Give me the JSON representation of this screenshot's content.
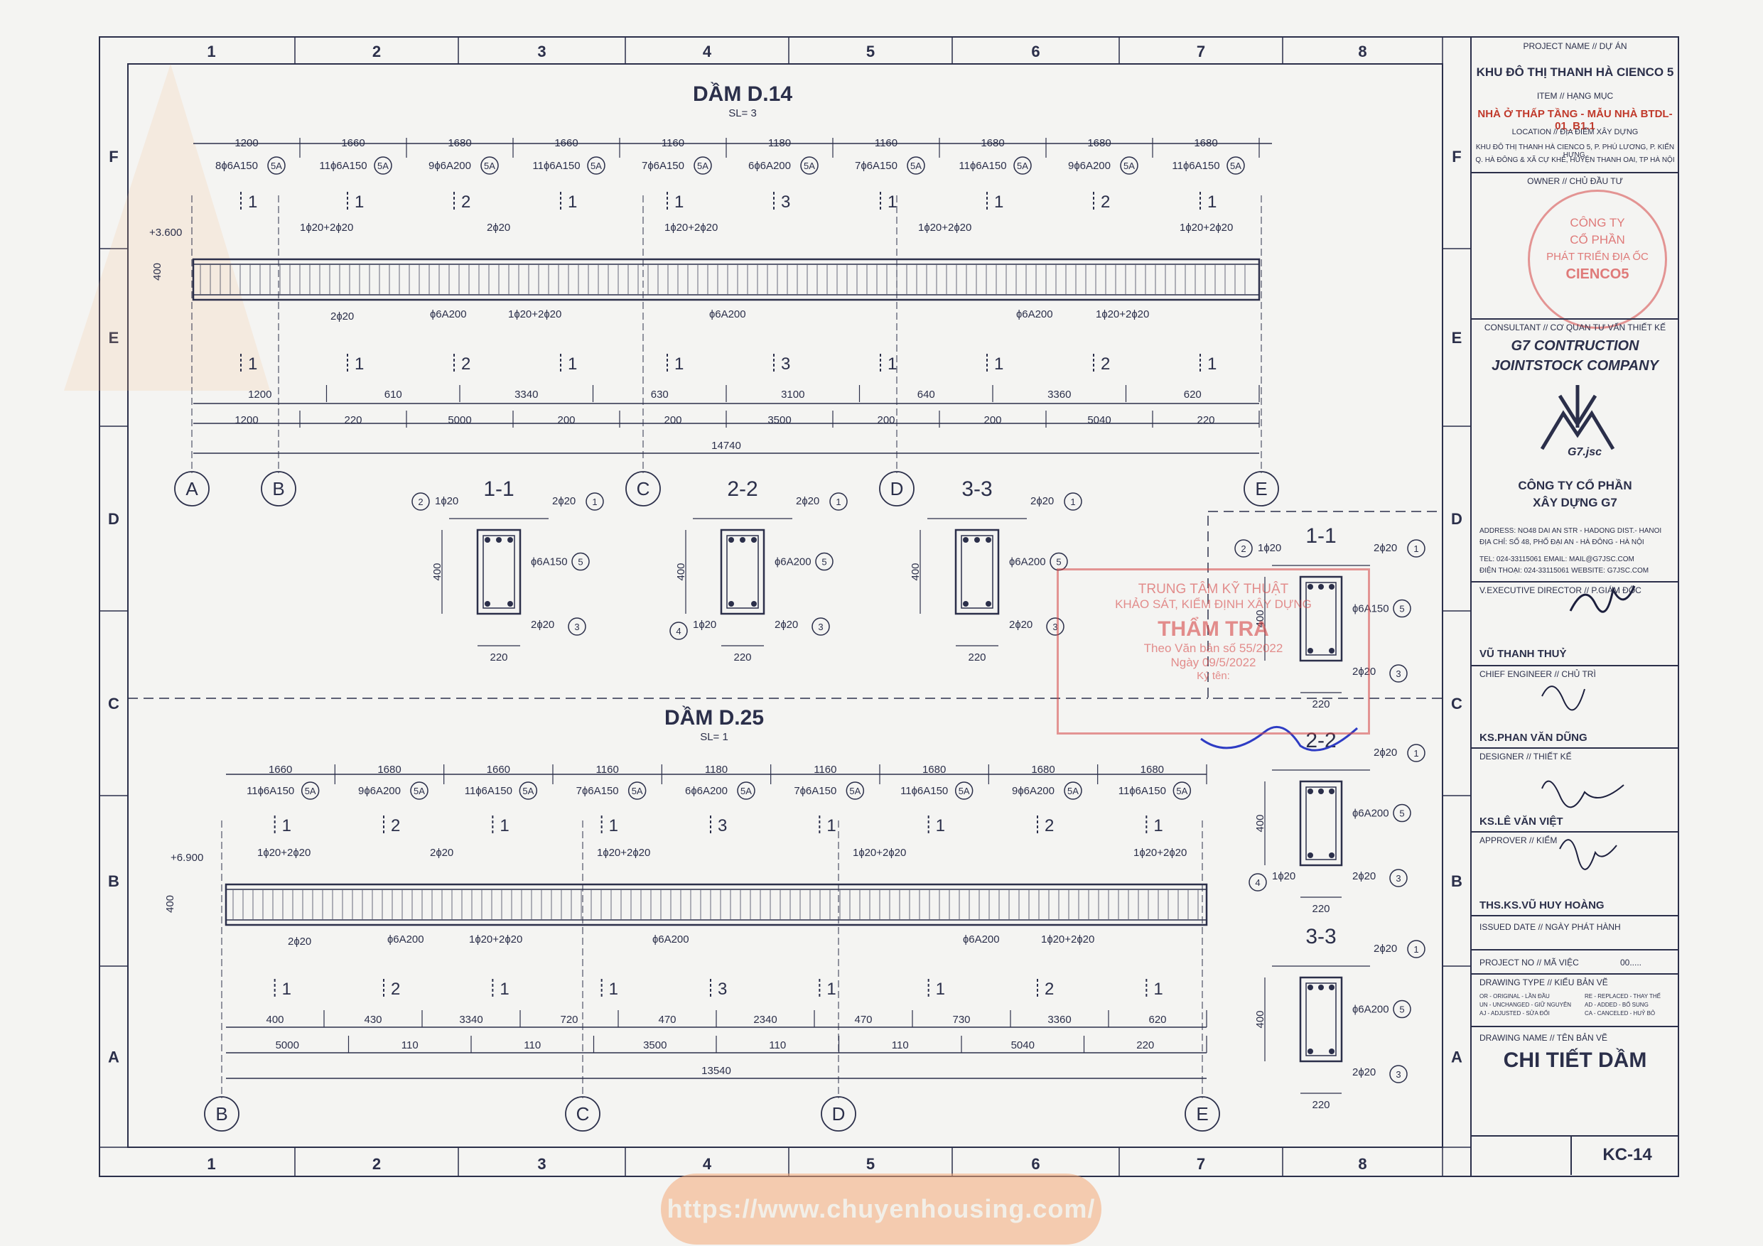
{
  "grid": {
    "cols": [
      "1",
      "2",
      "3",
      "4",
      "5",
      "6",
      "7",
      "8"
    ],
    "rows": [
      "F",
      "E",
      "D",
      "C",
      "B",
      "A"
    ]
  },
  "beam1": {
    "title": "DẦM D.14",
    "qty": "SL= 3",
    "level": "+3.600",
    "height": "400",
    "top_dims": [
      "1200",
      "1660",
      "1680",
      "1660",
      "1160",
      "1180",
      "1160",
      "1680",
      "1680",
      "1680"
    ],
    "stirrups": [
      "8ɸ6A150",
      "11ɸ6A150",
      "9ɸ6A200",
      "11ɸ6A150",
      "7ɸ6A150",
      "6ɸ6A200",
      "7ɸ6A150",
      "11ɸ6A150",
      "9ɸ6A200",
      "11ɸ6A150"
    ],
    "sections_top": [
      "1",
      "1",
      "2",
      "1",
      "1",
      "3",
      "1",
      "1",
      "2",
      "1"
    ],
    "top_bars": [
      "1ɸ20+2ɸ20",
      "2ɸ20",
      "1ɸ20+2ɸ20",
      "1ɸ20+2ɸ20",
      "1ɸ20+2ɸ20"
    ],
    "bottom_bars": [
      "2ɸ20",
      "ɸ6A200",
      "1ɸ20+2ɸ20",
      "ɸ6A200",
      "ɸ6A200",
      "1ɸ20+2ɸ20"
    ],
    "dims_row1": [
      "1200",
      "610",
      "3340",
      "630",
      "3100",
      "640",
      "3360",
      "620"
    ],
    "dims_row2": [
      "1200",
      "220",
      "5000",
      "200",
      "200",
      "3500",
      "200",
      "200",
      "5040",
      "220"
    ],
    "total": "14740",
    "axes": [
      "A",
      "B",
      "C",
      "D",
      "E"
    ]
  },
  "sections1": [
    {
      "title": "1-1",
      "top": "2ɸ20",
      "top_l": "1ɸ20",
      "stir": "ɸ6A150",
      "bot": "2ɸ20",
      "h": "400",
      "w": "220"
    },
    {
      "title": "2-2",
      "top": "2ɸ20",
      "bot_l": "1ɸ20",
      "stir": "ɸ6A200",
      "bot": "2ɸ20",
      "h": "400",
      "w": "220"
    },
    {
      "title": "3-3",
      "top": "2ɸ20",
      "stir": "ɸ6A200",
      "bot": "2ɸ20",
      "h": "400",
      "w": "220"
    }
  ],
  "beam2": {
    "title": "DẦM D.25",
    "qty": "SL= 1",
    "level": "+6.900",
    "height": "400",
    "top_dims": [
      "1660",
      "1680",
      "1660",
      "1160",
      "1180",
      "1160",
      "1680",
      "1680",
      "1680"
    ],
    "stirrups": [
      "11ɸ6A150",
      "9ɸ6A200",
      "11ɸ6A150",
      "7ɸ6A150",
      "6ɸ6A200",
      "7ɸ6A150",
      "11ɸ6A150",
      "9ɸ6A200",
      "11ɸ6A150"
    ],
    "sections_top": [
      "1",
      "2",
      "1",
      "1",
      "3",
      "1",
      "1",
      "2",
      "1"
    ],
    "dims_row1": [
      "400",
      "430",
      "3340",
      "720",
      "470",
      "2340",
      "470",
      "730",
      "3360",
      "620"
    ],
    "dims_row2": [
      "5000",
      "110",
      "110",
      "3500",
      "110",
      "110",
      "5040",
      "220"
    ],
    "total": "13540",
    "axes": [
      "B",
      "C",
      "D",
      "E"
    ]
  },
  "sections2": [
    {
      "title": "1-1",
      "top": "2ɸ20",
      "top_l": "1ɸ20",
      "stir": "ɸ6A150",
      "bot": "2ɸ20",
      "h": "400",
      "w": "220"
    },
    {
      "title": "2-2",
      "top": "2ɸ20",
      "bot_l": "1ɸ20",
      "stir": "ɸ6A200",
      "bot": "2ɸ20",
      "h": "400",
      "w": "220"
    },
    {
      "title": "3-3",
      "top": "2ɸ20",
      "stir": "ɸ6A200",
      "bot": "2ɸ20",
      "h": "400",
      "w": "220"
    }
  ],
  "titleblock": {
    "project_cap": "PROJECT NAME // DỰ ÁN",
    "project": "KHU ĐÔ THỊ THANH HÀ CIENCO 5",
    "item_cap": "ITEM // HẠNG MỤC",
    "item": "NHÀ Ở THẤP TẦNG - MẪU NHÀ BTDL-01_B1.1",
    "location_cap": "LOCATION // ĐỊA ĐIỂM XÂY DỰNG",
    "location1": "KHU ĐÔ THỊ THANH HÀ CIENCO 5, P. PHÚ LƯƠNG, P. KIẾN HƯNG,",
    "location2": "Q. HÀ ĐÔNG & XÃ CỰ KHÊ, HUYỆN THANH OAI, TP HÀ NỘI",
    "owner_cap": "OWNER // CHỦ ĐẦU TƯ",
    "owner_stamp1": "CÔNG TY",
    "owner_stamp2": "CỔ PHẦN",
    "owner_stamp3": "PHÁT TRIỂN ĐỊA ỐC",
    "owner_stamp4": "CIENCO5",
    "consultant_cap": "CONSULTANT // CƠ QUAN TƯ VẤN THIẾT KẾ",
    "consultant1": "G7 CONTRUCTION",
    "consultant2": "JOINTSTOCK COMPANY",
    "logo_text": "G7.jsc",
    "company1": "CÔNG TY CỔ PHẦN",
    "company2": "XÂY DỰNG G7",
    "address": "ADDRESS: NO48 DAI AN STR - HADONG DIST.- HANOI",
    "address_vn": "ĐỊA CHỈ: SỐ 48, PHỐ ĐẠI AN - HÀ ĐÔNG - HÀ NỘI",
    "tel": "TEL: 024-33115061 EMAIL: MAIL@G7JSC.COM",
    "tel_vn": "ĐIỆN THOẠI: 024-33115061 WEBSITE: G7JSC.COM",
    "exec_cap": "V.EXECUTIVE DIRECTOR // P.GIÁM ĐỐC",
    "exec": "VŨ THANH THUỶ",
    "chief_cap": "CHIEF ENGINEER // CHỦ TRÌ",
    "chief": "KS.PHAN VĂN DŨNG",
    "designer_cap": "DESIGNER // THIẾT KẾ",
    "designer": "KS.LÊ VĂN VIỆT",
    "approver_cap": "APPROVER // KIỂM",
    "approver": "THS.KS.VŨ HUY HOÀNG",
    "issued_cap": "ISSUED DATE // NGÀY PHÁT HÀNH",
    "projno_cap": "PROJECT NO // MÃ VIỆC",
    "projno": "00.....",
    "type_cap": "DRAWING TYPE // KIỂU BẢN VẼ",
    "type_l1": "OR - ORIGINAL - LẦN ĐẦU",
    "type_l2": "UN - UNCHANGED - GIỮ NGUYÊN",
    "type_l3": "AJ - ADJUSTED - SỬA ĐỔI",
    "type_r1": "RE - REPLACED - THAY THẾ",
    "type_r2": "AD - ADDED - BỔ SUNG",
    "type_r3": "CA - CANCELED - HUỶ BỎ",
    "name_cap": "DRAWING NAME // TÊN BẢN VẼ",
    "name": "CHI TIẾT DẦM",
    "sheet": "KC-14"
  },
  "approval_stamp": {
    "l1": "TRUNG TÂM KỸ THUẬT",
    "l2": "KHẢO SÁT, KIỂM ĐỊNH XÂY DỰNG",
    "l3": "THẨM TRA",
    "l4": "Theo Văn bản số 55/2022",
    "l5": "Ngày 09/5/2022",
    "l6": "Ký tên:"
  },
  "watermark": "https://www.chuyenhousing.com/"
}
